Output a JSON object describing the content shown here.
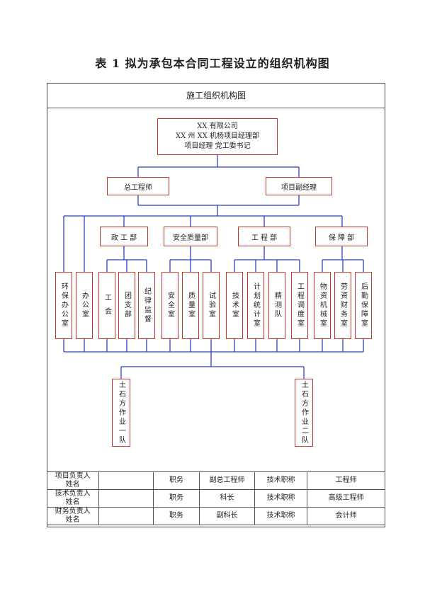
{
  "title": "表 1    拟为承包本合同工程设立的组织机构图",
  "chart_title": "施工组织机构图",
  "top_box": [
    "XX 有限公司",
    "XX 州 XX 机杨项目经理部",
    "项目经理      党工委书记"
  ],
  "level2": [
    "总工程师",
    "项目副经理"
  ],
  "departments": [
    "政 工 部",
    "安全质量部",
    "工 程 部",
    "保 障 部"
  ],
  "units": [
    "环保办公室",
    "办公室",
    "工 会",
    "团支部",
    "纪律监督",
    "安全室",
    "质量室",
    "试验室",
    "技术室",
    "计划统计室",
    "精测队",
    "工程调度室",
    "物资机械室",
    "劳资财务室",
    "后勤保障室"
  ],
  "teams": [
    "土石方作业一队",
    "土石方作业二队"
  ],
  "table": {
    "rows": [
      {
        "label": "项目负责人\n姓名",
        "name": "",
        "k1": "职务",
        "v1": "副总工程师",
        "k2": "技术职称",
        "v2": "工程师"
      },
      {
        "label": "技术负责人\n姓名",
        "name": "",
        "k1": "职务",
        "v1": "科长",
        "k2": "技术职称",
        "v2": "高级工程师"
      },
      {
        "label": "财务负责人\n姓名",
        "name": "",
        "k1": "职务",
        "v1": "副科长",
        "k2": "技术职称",
        "v2": "会计师"
      }
    ]
  },
  "colors": {
    "box_border": "#c0392b",
    "connector": "#2f3fbf",
    "rule": "#444444"
  }
}
